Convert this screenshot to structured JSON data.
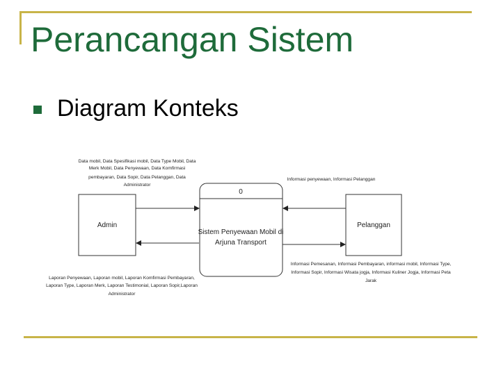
{
  "slide": {
    "title": "Perancangan Sistem",
    "bullet": "Diagram Konteks"
  },
  "diagram": {
    "process_number": "0",
    "process_name_line1": "Sistem Penyewaan Mobil di",
    "process_name_line2": "Arjuna Transport",
    "entity_left": "Admin",
    "entity_right": "Pelanggan",
    "flow_admin_in": [
      "Data mobil, Data Spesifikasi mobil, Data Type Mobil, Data",
      "Merk Mobil, Data Penyewaan, Data Komfirmasi",
      "pembayaran, Data Sopir, Data Pelanggan, Data",
      "Administrator"
    ],
    "flow_admin_out": [
      "Laporan Penyewaan, Laporan mobil, Laporan Komfirmasi Pembayaran,",
      "Laporan Type, Laporan Merk, Laporan Testimonial, Laporan Sopir,Laporan",
      "Administrator"
    ],
    "flow_customer_in": [
      "Informasi penyewaan, Informasi Pelanggan"
    ],
    "flow_customer_out": [
      "Informasi Pemesanan, Informasi Pembayaran, informasi mobil, Informasi Type,",
      "Informasi Sopir, Informasi Wisata jogja, Informasi Kuliner Jogja, Informasi Peta",
      "Jarak"
    ]
  },
  "colors": {
    "accent_gold": "#c8b448",
    "title_green": "#1e6b3a"
  }
}
